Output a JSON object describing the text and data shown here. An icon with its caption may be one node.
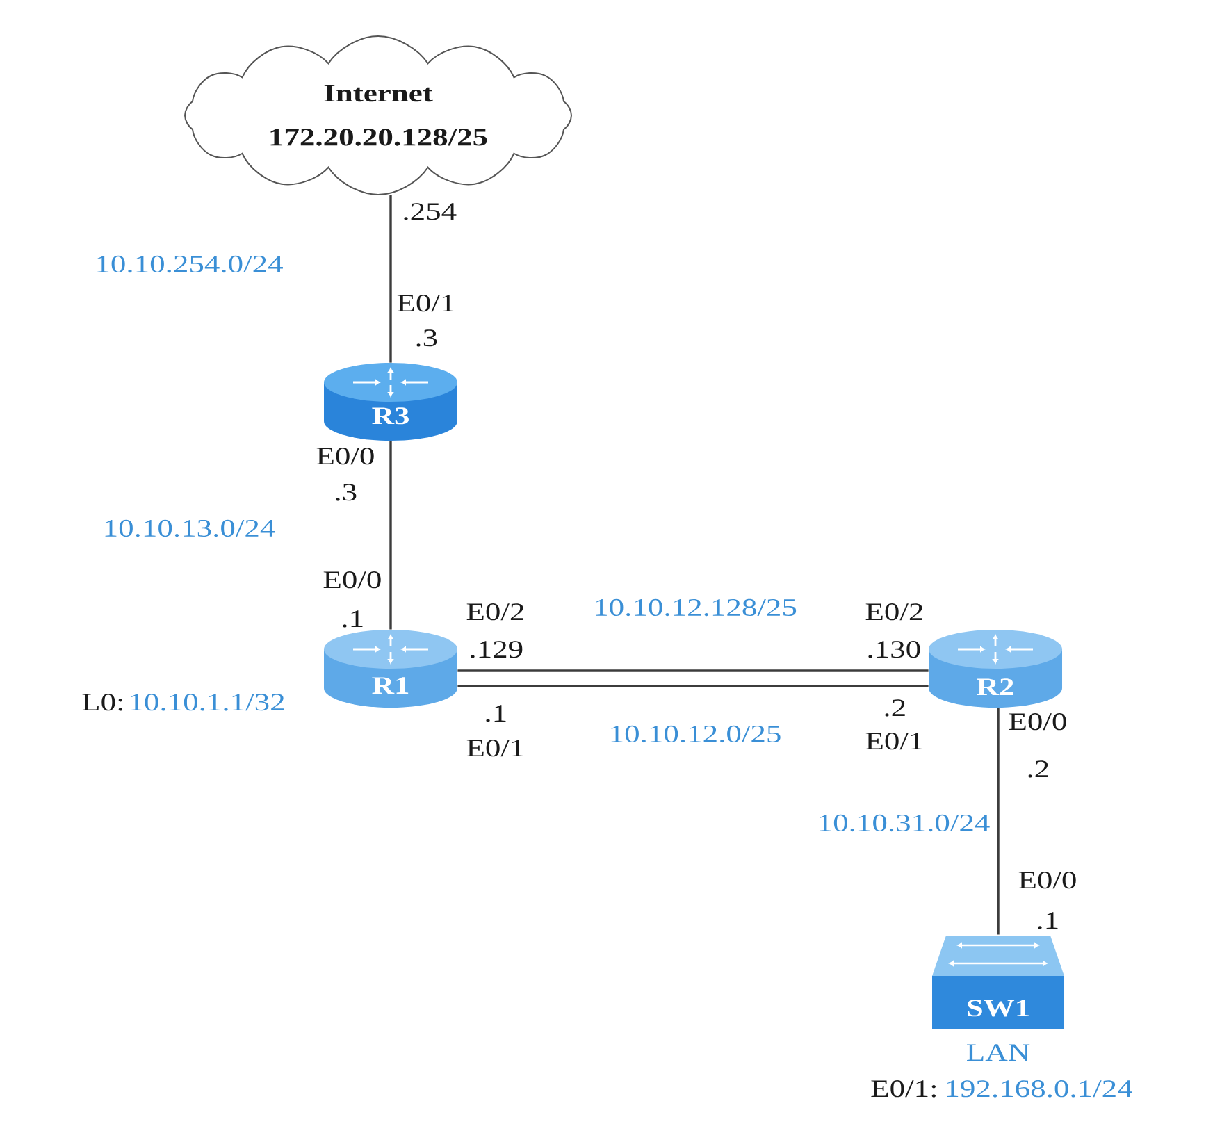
{
  "diagram": {
    "nodes": [
      {
        "text": [
          "Internet",
          "172.20.20.128/25"
        ]
      },
      {
        "text": [
          "R3"
        ]
      },
      {
        "text": [
          "R1"
        ],
        "beside": [
          "L0:",
          "10.10.1.1/32"
        ]
      },
      {
        "text": [
          "R2"
        ]
      },
      {
        "text": [
          "SW1"
        ],
        "beside": [
          "LAN",
          "E0/1:",
          "192.168.0.1/24"
        ]
      }
    ],
    "edges": [
      {
        "from": 0,
        "to": 1,
        "arrow": "none",
        "label": "10.10.254.0/24"
      },
      {
        "from": 1,
        "to": 2,
        "arrow": "none",
        "label": "10.10.13.0/24"
      },
      {
        "from": 2,
        "to": 3,
        "arrow": "none",
        "label": "10.10.12.128/25"
      },
      {
        "from": 2,
        "to": 3,
        "arrow": "none",
        "label": "10.10.12.0/25"
      },
      {
        "from": 3,
        "to": 4,
        "arrow": "none",
        "label": "10.10.31.0/24"
      }
    ],
    "labels": [
      ".254",
      "E0/1",
      ".3",
      "E0/0",
      ".3",
      "E0/0",
      "E0/2",
      "E0/2",
      ".1",
      ".129",
      ".130",
      ".2",
      ".1",
      "E0/0",
      "E0/1",
      "E0/1",
      ".2",
      "E0/0",
      ".1"
    ]
  }
}
